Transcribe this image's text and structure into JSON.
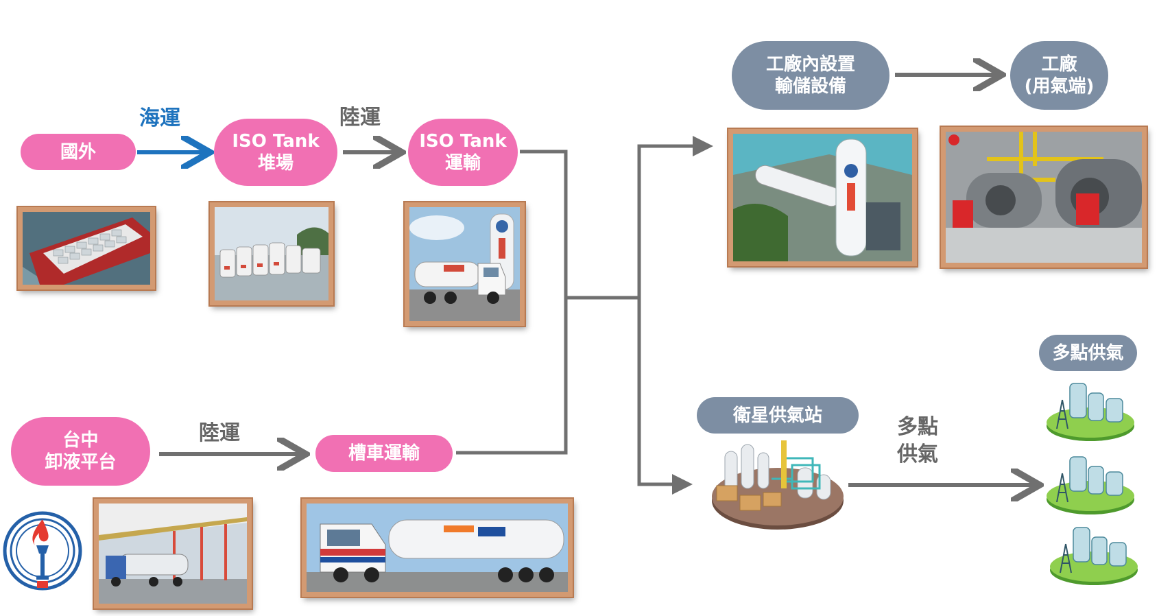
{
  "nodes": {
    "overseas": "國外",
    "iso_yard": "ISO Tank\n堆場",
    "iso_transport": "ISO Tank\n運輸",
    "taichung": "台中\n卸液平台",
    "truck_transport": "槽車運輸",
    "factory_storage": "工廠內設置\n輸儲設備",
    "factory_end": "工廠\n(用氣端)",
    "satellite_station": "衛星供氣站",
    "multi_point_title": "多點供氣"
  },
  "edges": {
    "sea": "海運",
    "land_1": "陸運",
    "land_2": "陸運",
    "multi_point": "多點\n供氣"
  },
  "colors": {
    "pink": "#f170b3",
    "gray_node": "#7d8ea3",
    "connector": "#707070",
    "sea_arrow": "#1e73be",
    "frame": "#d39a72"
  },
  "icons": {
    "cpc_logo": "cpc-flame-logo-icon",
    "satellite": "gas-station-plant-icon",
    "supply_site": "gas-tank-site-icon"
  }
}
